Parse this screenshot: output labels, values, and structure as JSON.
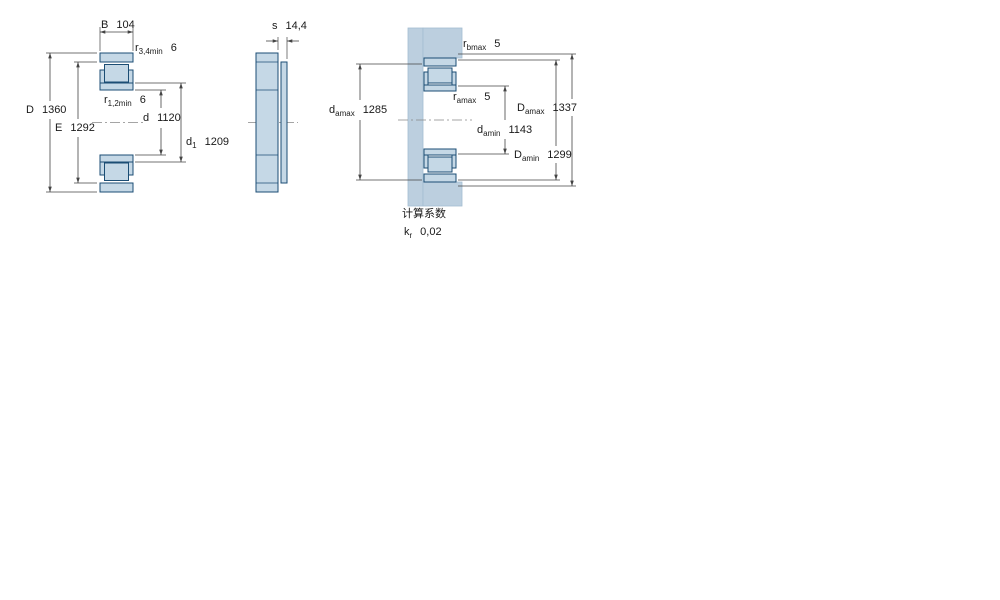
{
  "dims": {
    "B": {
      "base": "B",
      "sub": "",
      "value": "104"
    },
    "r34min": {
      "base": "r",
      "sub": "3,4min",
      "value": "6"
    },
    "D": {
      "base": "D",
      "sub": "",
      "value": "1360"
    },
    "r12min": {
      "base": "r",
      "sub": "1,2min",
      "value": "6"
    },
    "E": {
      "base": "E",
      "sub": "",
      "value": "1292"
    },
    "d": {
      "base": "d",
      "sub": "",
      "value": "1120"
    },
    "d1": {
      "base": "d",
      "sub": "1",
      "value": "1209"
    },
    "s": {
      "base": "s",
      "sub": "",
      "value": "14,4"
    },
    "rbmax": {
      "base": "r",
      "sub": "bmax",
      "value": "5"
    },
    "ramax": {
      "base": "r",
      "sub": "amax",
      "value": "5"
    },
    "damax": {
      "base": "d",
      "sub": "amax",
      "value": "1285"
    },
    "Damax": {
      "base": "D",
      "sub": "amax",
      "value": "1337"
    },
    "damin": {
      "base": "d",
      "sub": "amin",
      "value": "1143"
    },
    "Damin": {
      "base": "D",
      "sub": "amin",
      "value": "1299"
    },
    "kr": {
      "base": "k",
      "sub": "r",
      "value": "0,02"
    }
  },
  "calc": {
    "header": "计算系数"
  },
  "colors": {
    "bearing_fill": "#c5d8e6",
    "bearing_outline": "#1b4d74",
    "abutment_fill": "#bccfdf",
    "dimension_line": "#444444",
    "text": "#1a1a1a",
    "background": "#ffffff"
  }
}
